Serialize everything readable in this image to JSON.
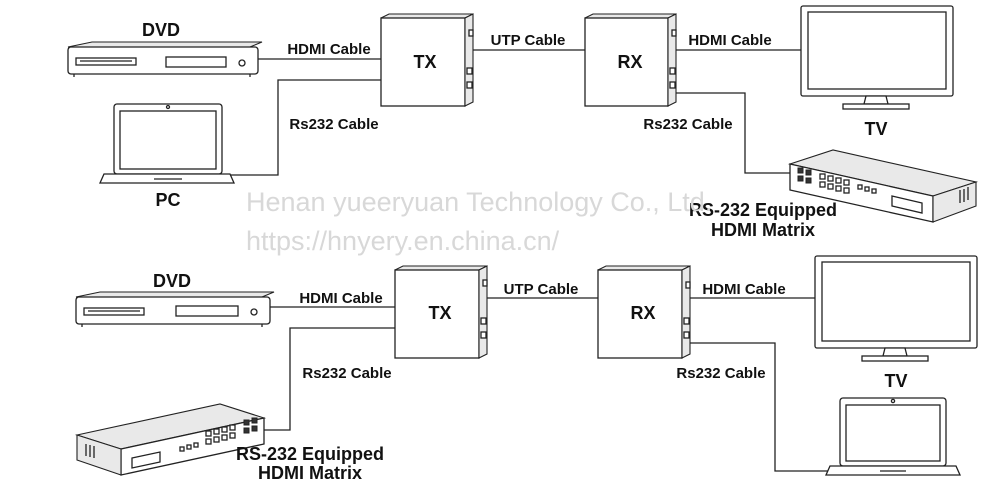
{
  "labels": {
    "dvd": "DVD",
    "tx": "TX",
    "rx": "RX",
    "tv": "TV",
    "pc": "PC",
    "hdmi_cable": "HDMI Cable",
    "utp_cable": "UTP Cable",
    "rs232_cable": "Rs232 Cable",
    "matrix_line1": "RS-232 Equipped",
    "matrix_line2": "HDMI Matrix"
  },
  "watermark": {
    "line1": "Henan yueeryuan Technology Co., Ltd.",
    "line2": "https://hnyery.en.china.cn/"
  }
}
